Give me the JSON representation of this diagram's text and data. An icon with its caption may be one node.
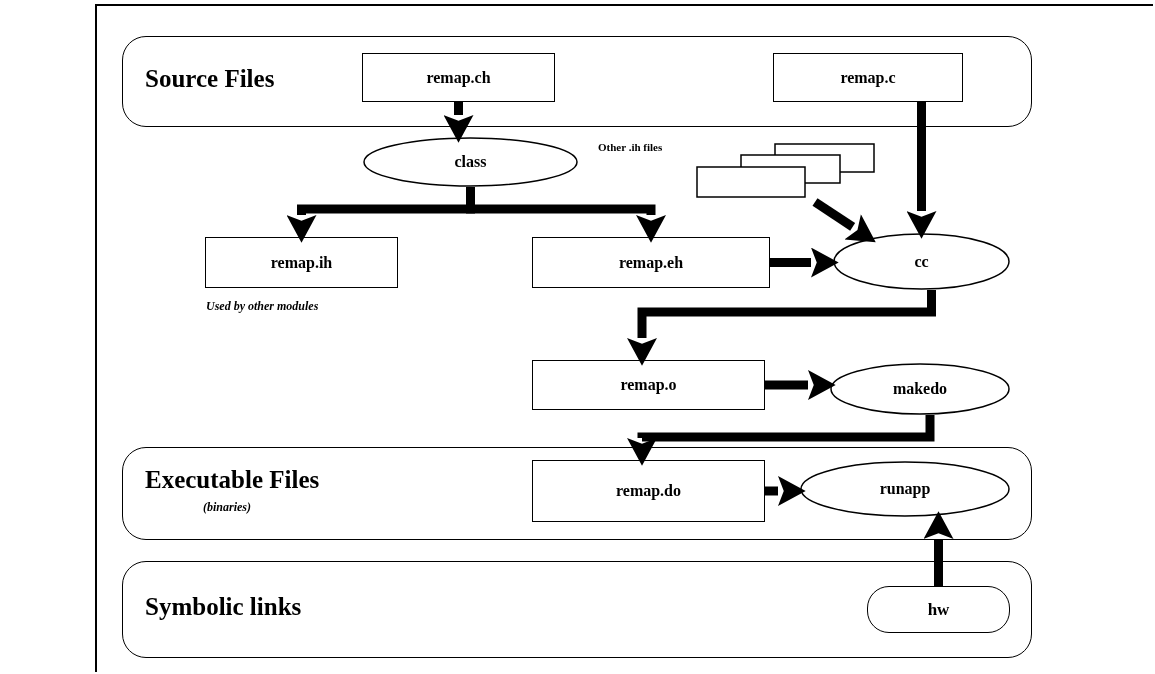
{
  "diagram": {
    "nodes": [
      {
        "text": [
          "Source Files"
        ]
      },
      {
        "text": [
          "remap.ch"
        ],
        "in": 0
      },
      {
        "text": [
          "remap.c"
        ],
        "in": 0
      },
      {
        "text": [
          "class"
        ]
      },
      {
        "text": [
          "Other .ih files"
        ]
      },
      {
        "text": [
          "remap.ih"
        ],
        "beside": [
          "Used by other modules"
        ]
      },
      {
        "text": [
          "remap.eh"
        ]
      },
      {
        "text": [
          "cc"
        ]
      },
      {
        "text": [
          "remap.o"
        ]
      },
      {
        "text": [
          "makedo"
        ]
      },
      {
        "text": [
          "Executable Files",
          "(binaries)"
        ]
      },
      {
        "text": [
          "remap.do"
        ],
        "in": 10
      },
      {
        "text": [
          "runapp"
        ],
        "in": 10
      },
      {
        "text": [
          "Symbolic links"
        ]
      },
      {
        "text": [
          "hw"
        ],
        "in": 13
      }
    ],
    "edges": [
      {
        "from": 1,
        "to": 3,
        "arrow": "to"
      },
      {
        "from": 3,
        "to": 5,
        "arrow": "to"
      },
      {
        "from": 3,
        "to": 6,
        "arrow": "to"
      },
      {
        "from": 2,
        "to": 7,
        "arrow": "to"
      },
      {
        "from": 4,
        "to": 7,
        "arrow": "to"
      },
      {
        "from": 6,
        "to": 7,
        "arrow": "to"
      },
      {
        "from": 7,
        "to": 8,
        "arrow": "to"
      },
      {
        "from": 8,
        "to": 9,
        "arrow": "to"
      },
      {
        "from": 9,
        "to": 11,
        "arrow": "to"
      },
      {
        "from": 11,
        "to": 12,
        "arrow": "to"
      },
      {
        "from": 14,
        "to": 12,
        "arrow": "to"
      }
    ]
  }
}
